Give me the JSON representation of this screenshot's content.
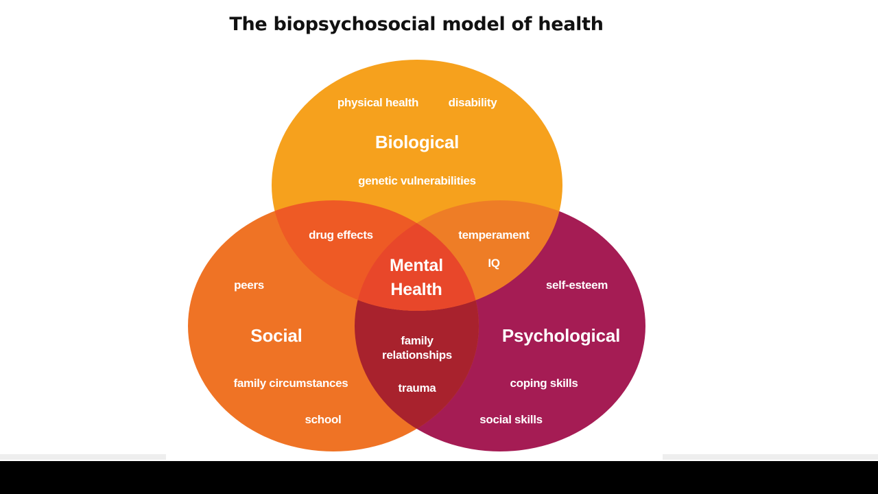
{
  "title": "The biopsychosocial model of health",
  "colors": {
    "biological": "#f6a11d",
    "social": "#ef7325",
    "psychological": "#a51c54",
    "bio_social": "#ee5a25",
    "bio_psych": "#ee7d26",
    "social_psych": "#a8222d",
    "center": "#e8472a"
  },
  "circles": {
    "biological": {
      "label": "Biological",
      "items": [
        "physical health",
        "disability",
        "genetic vulnerabilities"
      ]
    },
    "social": {
      "label": "Social",
      "items": [
        "peers",
        "family circumstances",
        "school"
      ]
    },
    "psychological": {
      "label": "Psychological",
      "items": [
        "self-esteem",
        "coping skills",
        "social skills"
      ]
    }
  },
  "overlaps": {
    "bio_social": [
      "drug effects"
    ],
    "bio_psych": [
      "temperament",
      "IQ"
    ],
    "social_psych": [
      "family",
      "relationships",
      "trauma"
    ],
    "center": [
      "Mental",
      "Health"
    ]
  }
}
